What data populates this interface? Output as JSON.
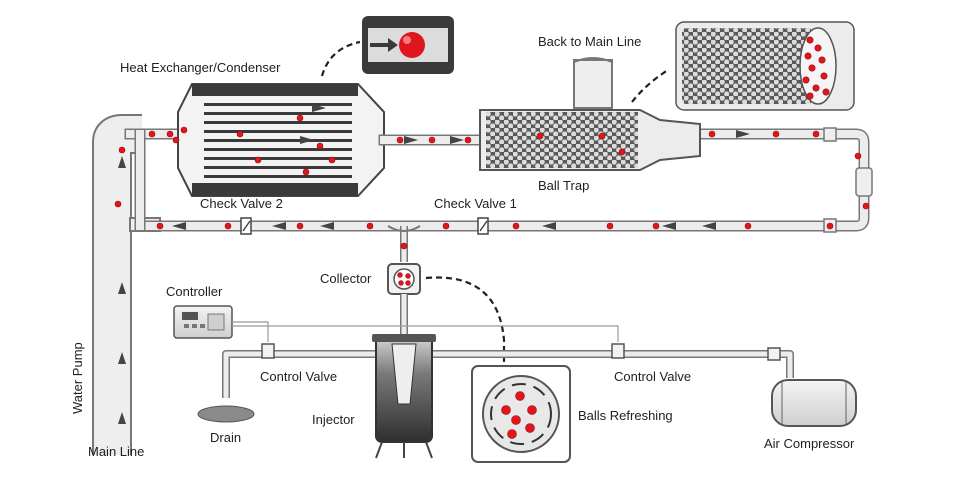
{
  "labels": {
    "heat_exchanger": "Heat Exchanger/Condenser",
    "back_to_main_line": "Back to Main Line",
    "ball_trap": "Ball Trap",
    "check_valve_2": "Check Valve 2",
    "check_valve_1": "Check Valve 1",
    "collector": "Collector",
    "controller": "Controller",
    "control_valve_left": "Control Valve",
    "control_valve_right": "Control Valve",
    "drain": "Drain",
    "injector": "Injector",
    "balls_refreshing": "Balls Refreshing",
    "air_compressor": "Air Compressor",
    "water_pump": "Water Pump",
    "main_line": "Main Line"
  },
  "colors": {
    "ball": "#e0161f",
    "pipe_outline": "#777777",
    "pipe_fill": "#ececec",
    "dark_body": "#3a3a3a"
  }
}
